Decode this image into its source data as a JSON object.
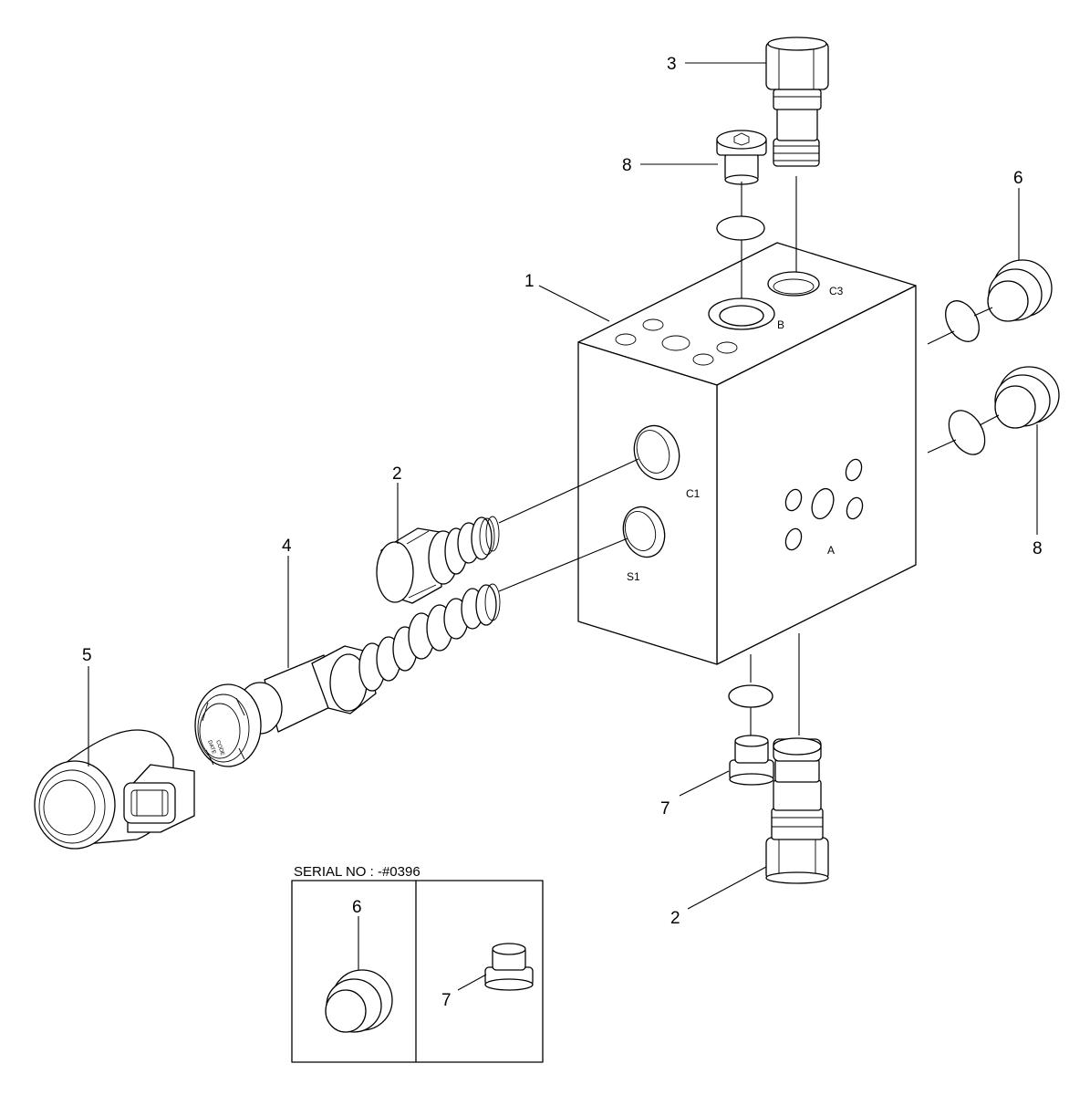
{
  "callouts": {
    "c3_top": "3",
    "c8_top": "8",
    "c6_right": "6",
    "c1_block": "1",
    "c2_left": "2",
    "c4_valve": "4",
    "c5_coil": "5",
    "c8_right": "8",
    "c7_bottom": "7",
    "c2_bottom": "2",
    "c6_inset": "6",
    "c7_inset": "7"
  },
  "ports": {
    "b": "B",
    "c3": "C3",
    "c1": "C1",
    "s1": "S1",
    "a": "A"
  },
  "inset": {
    "title": "SERIAL NO : -#0396"
  },
  "nut_marking": {
    "line1": "DATE",
    "line2": "CODE"
  }
}
